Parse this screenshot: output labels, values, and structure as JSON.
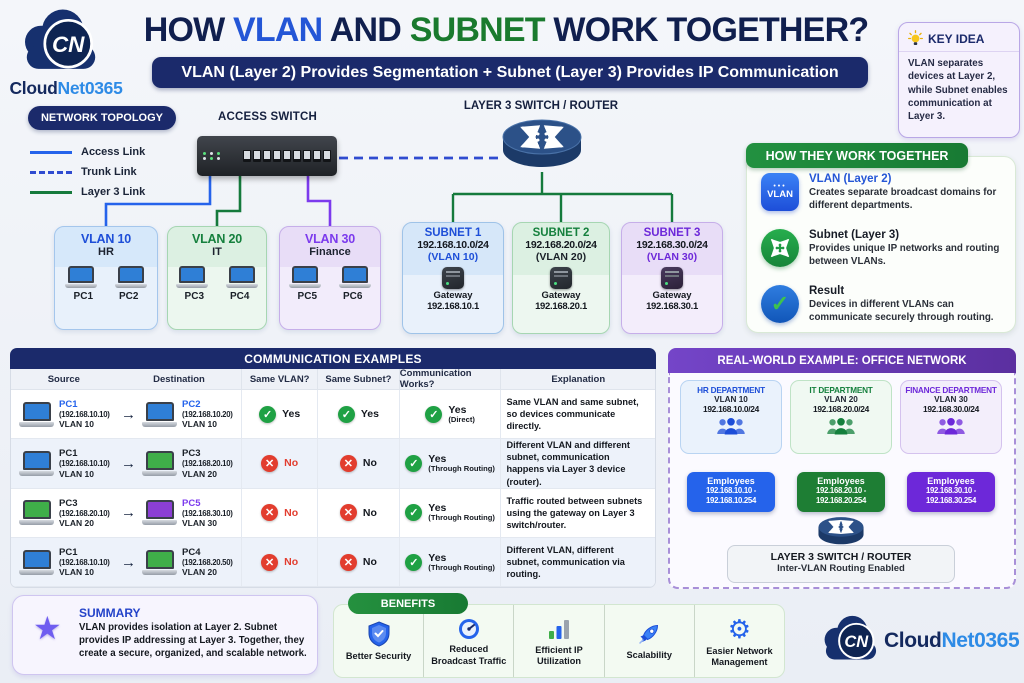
{
  "colors": {
    "navy": "#1b2a6b",
    "blue": "#2563eb",
    "green": "#15803d",
    "purple": "#6d28d9",
    "red": "#e23d2e",
    "yes_green": "#1fa144",
    "trunk_blue": "#2f4bd0",
    "layer3_green": "#157a3c"
  },
  "icons": {
    "check": "✓",
    "cross": "✕",
    "arrow_right": "→",
    "gear": "⚙",
    "star": "★",
    "badge_dots": "•••"
  },
  "header": {
    "logo_cn": "CN",
    "logo_cloud": "Cloud",
    "logo_net": "Net0365",
    "title_part1": "HOW ",
    "title_vlan": "VLAN",
    "title_part2": " AND ",
    "title_subnet": "SUBNET",
    "title_part3": " WORK TOGETHER?",
    "banner": "VLAN (Layer 2) Provides Segmentation  +  Subnet (Layer 3) Provides IP Communication"
  },
  "key_idea": {
    "title": "KEY IDEA",
    "text": "VLAN separates devices at Layer 2, while Subnet enables communication at Layer 3."
  },
  "topology": {
    "section_title": "NETWORK TOPOLOGY",
    "legend": [
      {
        "label": "Access Link",
        "color": "#2563eb"
      },
      {
        "label": "Trunk Link",
        "color": "#2f4bd0"
      },
      {
        "label": "Layer 3 Link",
        "color": "#157a3c"
      }
    ],
    "access_switch_label": "ACCESS SWITCH",
    "router_label": "LAYER 3 SWITCH / ROUTER",
    "vlans": [
      {
        "title": "VLAN 10",
        "dept": "HR",
        "pc1": "PC1",
        "pc2": "PC2",
        "color": "#1d4ed8",
        "screen": "#2f7fd6"
      },
      {
        "title": "VLAN 20",
        "dept": "IT",
        "pc1": "PC3",
        "pc2": "PC4",
        "color": "#15803d",
        "screen": "#2f7fd6"
      },
      {
        "title": "VLAN 30",
        "dept": "Finance",
        "pc1": "PC5",
        "pc2": "PC6",
        "color": "#7c3aed",
        "screen": "#2f7fd6"
      }
    ],
    "subnets": [
      {
        "title": "SUBNET 1",
        "cidr": "192.168.10.0/24",
        "vlan": "(VLAN 10)",
        "title_color": "#1d4ed8",
        "vlan_color": "#1d4ed8",
        "gateway_label": "Gateway",
        "gateway_ip": "192.168.10.1"
      },
      {
        "title": "SUBNET 2",
        "cidr": "192.168.20.0/24",
        "vlan": "(VLAN 20)",
        "title_color": "#15803d",
        "vlan_color": "#1a2028",
        "gateway_label": "Gateway",
        "gateway_ip": "192.168.20.1"
      },
      {
        "title": "SUBNET 3",
        "cidr": "192.168.30.0/24",
        "vlan": "(VLAN 30)",
        "title_color": "#6d28d9",
        "vlan_color": "#6d28d9",
        "gateway_label": "Gateway",
        "gateway_ip": "192.168.30.1"
      }
    ]
  },
  "how_together": {
    "title": "HOW THEY WORK TOGETHER",
    "items": [
      {
        "icon": "vlan-badge-icon",
        "icon_text": "VLAN",
        "title": "VLAN (Layer 2)",
        "title_color": "#2456d6",
        "desc": "Creates separate broadcast domains for different departments."
      },
      {
        "icon": "routing-arrows-icon",
        "title": "Subnet (Layer 3)",
        "title_color": "#171c26",
        "desc": "Provides unique IP networks and routing between VLANs."
      },
      {
        "icon": "check-icon",
        "title": "Result",
        "title_color": "#171c26",
        "desc": "Devices in different VLANs can communicate securely through routing."
      }
    ]
  },
  "comm_table": {
    "title": "COMMUNICATION EXAMPLES",
    "columns": [
      "Source",
      "Destination",
      "Same VLAN?",
      "Same Subnet?",
      "Communication Works?",
      "Explanation"
    ],
    "rows": [
      {
        "src": {
          "name": "PC1",
          "ip": "(192.168.10.10)",
          "vlan": "VLAN 10",
          "screen": "#2f7fd6",
          "name_color": "#2563eb"
        },
        "dst": {
          "name": "PC2",
          "ip": "(192.168.10.20)",
          "vlan": "VLAN 10",
          "screen": "#2f7fd6",
          "name_color": "#2563eb"
        },
        "same_vlan": "Yes",
        "same_subnet": "Yes",
        "works": "Yes",
        "works_sub": "(Direct)",
        "explanation": "Same VLAN and same subnet, so devices communicate directly."
      },
      {
        "src": {
          "name": "PC1",
          "ip": "(192.168.10.10)",
          "vlan": "VLAN 10",
          "screen": "#2f7fd6",
          "name_color": "#1a2028"
        },
        "dst": {
          "name": "PC3",
          "ip": "(192.168.20.10)",
          "vlan": "VLAN 20",
          "screen": "#3fae49",
          "name_color": "#1a2028"
        },
        "same_vlan": "No",
        "same_subnet": "No",
        "works": "Yes",
        "works_sub": "(Through Routing)",
        "explanation": "Different VLAN and different subnet, communication happens via Layer 3 device (router)."
      },
      {
        "src": {
          "name": "PC3",
          "ip": "(192.168.20.10)",
          "vlan": "VLAN 20",
          "screen": "#3fae49",
          "name_color": "#1a2028"
        },
        "dst": {
          "name": "PC5",
          "ip": "(192.168.30.10)",
          "vlan": "VLAN 30",
          "screen": "#8b3fd4",
          "name_color": "#7c3aed"
        },
        "same_vlan": "No",
        "same_subnet": "No",
        "works": "Yes",
        "works_sub": "(Through Routing)",
        "explanation": "Traffic routed between subnets using the gateway on Layer 3 switch/router."
      },
      {
        "src": {
          "name": "PC1",
          "ip": "(192.168.10.10)",
          "vlan": "VLAN 10",
          "screen": "#2f7fd6",
          "name_color": "#1a2028"
        },
        "dst": {
          "name": "PC4",
          "ip": "(192.168.20.50)",
          "vlan": "VLAN 20",
          "screen": "#3fae49",
          "name_color": "#1a2028"
        },
        "same_vlan": "No",
        "same_subnet": "No",
        "works": "Yes",
        "works_sub": "(Through Routing)",
        "explanation": "Different VLAN, different subnet, communication via routing."
      }
    ]
  },
  "real_world": {
    "title": "REAL-WORLD EXAMPLE: OFFICE NETWORK",
    "departments": [
      {
        "name": "HR DEPARTMENT",
        "vlan": "VLAN 10",
        "cidr": "192.168.10.0/24",
        "color": "#1d4ed8"
      },
      {
        "name": "IT DEPARTMENT",
        "vlan": "VLAN 20",
        "cidr": "192.168.20.0/24",
        "color": "#15803d"
      },
      {
        "name": "FINANCE DEPARTMENT",
        "vlan": "VLAN 30",
        "cidr": "192.168.30.0/24",
        "color": "#6d28d9"
      }
    ],
    "employees": [
      {
        "label": "Employees",
        "range1": "192.168.10.10 -",
        "range2": "192.168.10.254",
        "bg": "#2563eb"
      },
      {
        "label": "Employees",
        "range1": "192.168.20.10 -",
        "range2": "192.168.20.254",
        "bg": "#1e7e34"
      },
      {
        "label": "Employees",
        "range1": "192.168.30.10 -",
        "range2": "192.168.30.254",
        "bg": "#6d28d9"
      }
    ],
    "router_title": "LAYER 3 SWITCH / ROUTER",
    "router_subtitle": "Inter-VLAN Routing Enabled"
  },
  "summary": {
    "title": "SUMMARY",
    "text": "VLAN provides isolation at Layer 2. Subnet provides IP addressing at Layer 3. Together, they create a secure, organized, and scalable network."
  },
  "benefits": {
    "title": "BENEFITS",
    "items": [
      {
        "icon": "shield-check-icon",
        "label": "Better Security"
      },
      {
        "icon": "gauge-icon",
        "label": "Reduced Broadcast Traffic"
      },
      {
        "icon": "bar-chart-icon",
        "label": "Efficient IP Utilization"
      },
      {
        "icon": "rocket-icon",
        "label": "Scalability"
      },
      {
        "icon": "gear-icon",
        "label": "Easier Network Management"
      }
    ]
  },
  "footer": {
    "logo_cn": "CN",
    "logo_cloud": "Cloud",
    "logo_net": "Net0365"
  }
}
